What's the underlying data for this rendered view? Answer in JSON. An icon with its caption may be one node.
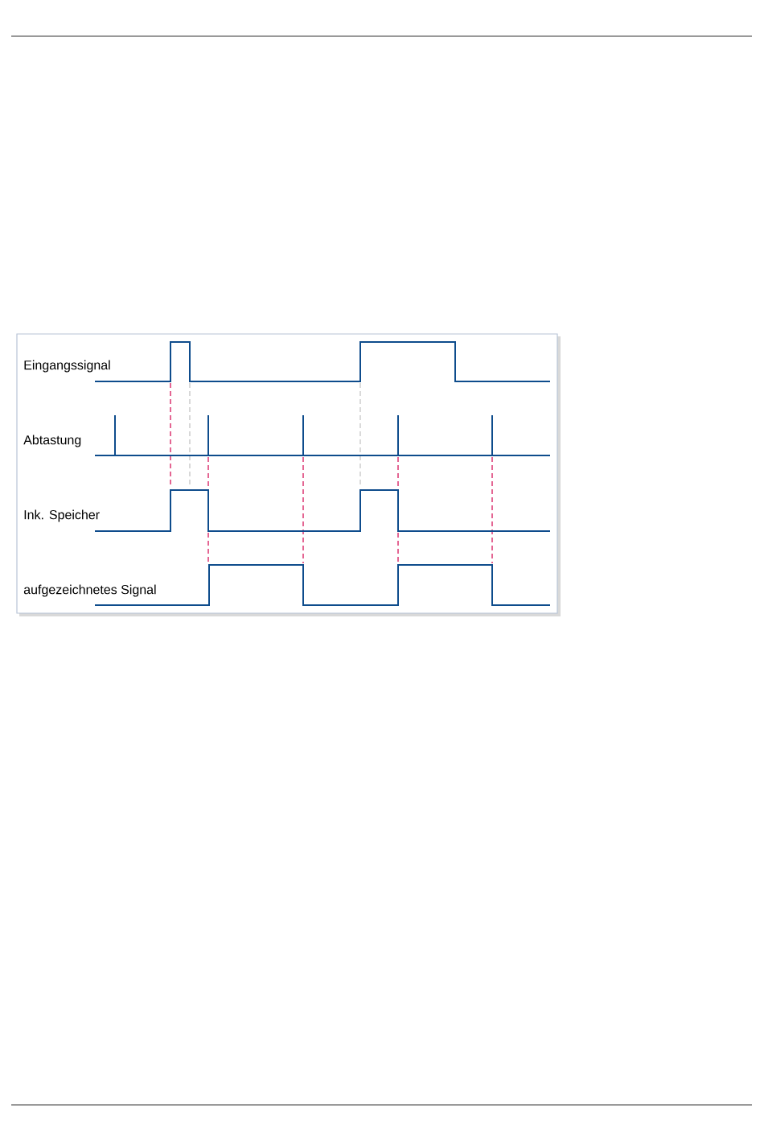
{
  "diagram": {
    "labels": [
      "Eingangssignal",
      "Abtastung",
      "Ink. Speicher",
      "aufgezeichnetes Signal"
    ]
  }
}
